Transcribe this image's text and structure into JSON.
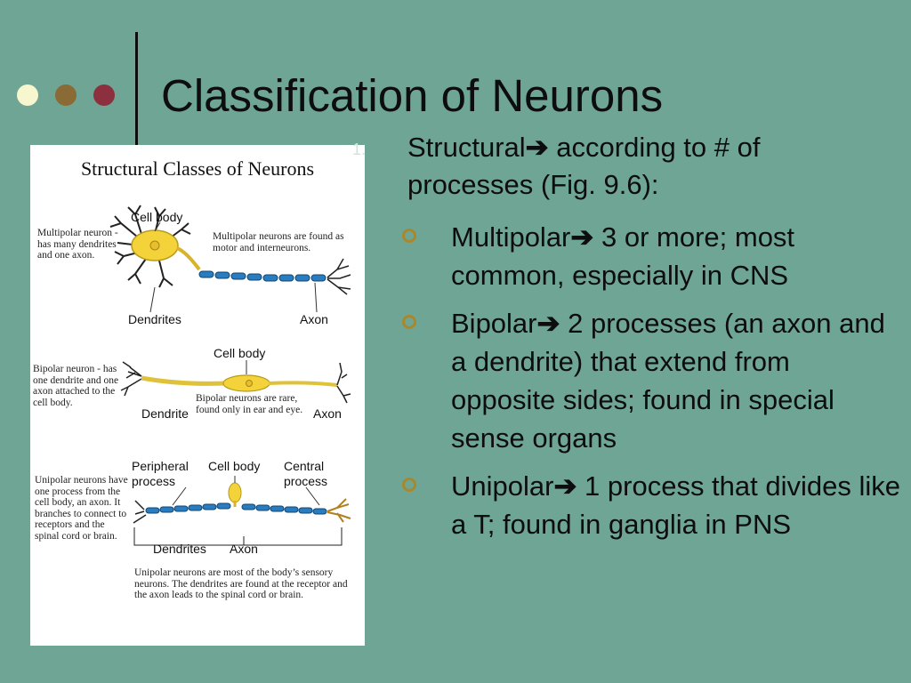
{
  "slide": {
    "title": "Classification of Neurons",
    "dot_colors": [
      "#f8f6cf",
      "#8a6a35",
      "#8c2f3e"
    ],
    "list_mark": "1.",
    "heading": {
      "text": "Structural",
      "arrow": "➔",
      "rest": " according to # of processes (Fig. 9.6):"
    },
    "bullets": [
      {
        "term": "Multipolar",
        "arrow": "➔",
        "text": " 3 or more; most common, especially in CNS"
      },
      {
        "term": "Bipolar",
        "arrow": "➔",
        "text": " 2 processes (an axon and a dendrite) that extend from opposite sides; found in special sense organs"
      },
      {
        "term": "Unipolar",
        "arrow": "➔",
        "text": " 1 process that divides like a T; found in ganglia in PNS"
      }
    ]
  },
  "figure": {
    "title": "Structural Classes of Neurons",
    "multipolar": {
      "cell_body": "Cell body",
      "dendrites": "Dendrites",
      "axon": "Axon",
      "note_left": "Multipolar neuron - has many dendrites and one axon.",
      "note_right": "Multipolar neurons are found as motor and interneurons."
    },
    "bipolar": {
      "cell_body": "Cell body",
      "dendrite": "Dendrite",
      "axon": "Axon",
      "note_left": "Bipolar neuron - has one dendrite and one axon attached to the cell body.",
      "note_right": "Bipolar neurons are rare, found only in ear and eye."
    },
    "unipolar": {
      "peripheral_process": "Peripheral process",
      "cell_body": "Cell body",
      "central_process": "Central process",
      "dendrites": "Dendrites",
      "axon": "Axon",
      "note_left": "Unipolar neurons have one process from the cell body, an axon.  It branches to connect to receptors and the spinal cord or brain.",
      "note_bottom": "Unipolar neurons are most of the body’s sensory neurons.  The dendrites are found at the receptor and the axon leads to the spinal cord or brain."
    }
  }
}
